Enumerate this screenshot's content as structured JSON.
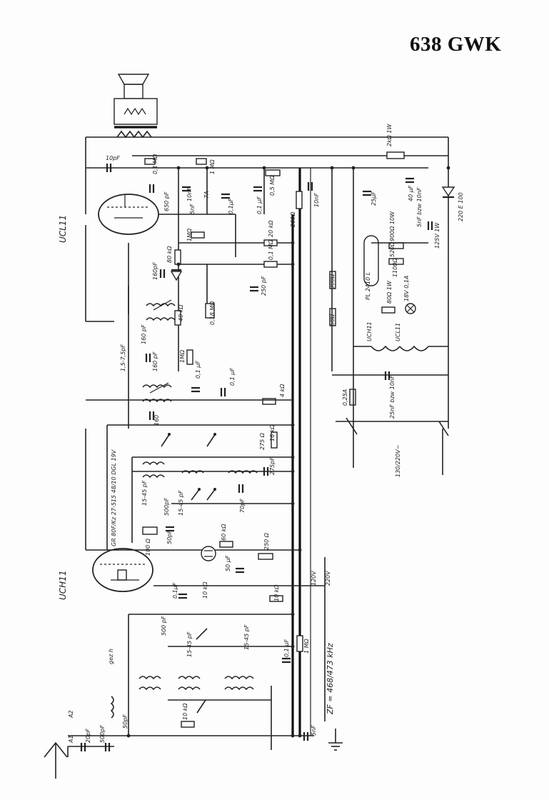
{
  "title": "638 GWK",
  "tubes": [
    {
      "id": "ucl11",
      "label": "UCL11"
    },
    {
      "id": "uch11",
      "label": "UCH11"
    }
  ],
  "labels": {
    "c10pf": "10pF",
    "r01m_top": "0,1 MΩ",
    "r1m_top": "1 MΩ",
    "c10nf": "10nF",
    "c5nf_a": "5nF",
    "c7a": "7A",
    "c01uf_a": "0,1μF",
    "c01uf_b": "0,1 μF",
    "r05m": "0,5 MΩ",
    "c650pf": "650 pF",
    "r2k": "2kΩ 1W",
    "r200": "200Ω",
    "c10nf_b": "10nF",
    "c25uf": "25μF",
    "c40uf": "40 μF",
    "d220e100": "220 E 100",
    "r900": "900Ω 10W",
    "r520": "520Ω",
    "r1100": "1100Ω",
    "c5nf_bzw": "5nF bzw 10nF",
    "r125v": "125V 1W",
    "r1m_mid": "1MΩ",
    "r80k": "80 kΩ",
    "r20k": "20 kΩ",
    "r01m_mid": "0,1 MΩ",
    "c160pf": "160pF",
    "c250pf": "250 pF",
    "r300": "300Ω",
    "pl2410": "PL 2410 L",
    "r80_1w": "80Ω 1W",
    "lamp": "18V 0,1A",
    "r40k": "40 kΩ",
    "r018m": "0,18 MΩ",
    "r50": "50Ω",
    "heater_uch": "UCH11",
    "heater_ucl": "UCL11",
    "c15_75": "1,5-7,5pF",
    "c160_b": "160 pF",
    "r1m_b": "1MΩ",
    "c160_c": "160 pF",
    "c01uf_c": "0,1 μF",
    "c01uf_d": "0,1 μF",
    "r4k": "4 kΩ",
    "f025a": "0,25A",
    "c25nf": "25nF bzw 10nF",
    "mains": "130/220V~",
    "c160_d": "160",
    "r275": "275 Ω",
    "r16k": "16 kΩ",
    "c275pf": "275pF",
    "coil_data": "GR 80F/Kz 27-515 48/10 DGL 19V",
    "c15_45a": "15-45 pF",
    "c500pf_a": "500pF",
    "c15_45b": "15-45 pF",
    "c70pf": "70pF",
    "r100": "100 Ω",
    "c50pf_a": "50pF",
    "r60k": "60 kΩ",
    "r250": "250 Ω",
    "c50uf": "50 μF",
    "c01uf_e": "0,1μF",
    "r10k_a": "10 kΩ",
    "r10k_b": "10 kΩ",
    "v120": "120V",
    "v220": "220V",
    "c500pf_b": "500 pF",
    "c15_45c": "15-45 pF",
    "c15_45d": "15-45 pF",
    "c01uf_f": "0,1 μF",
    "r1m_c": "1 MΩ",
    "gez_h": "gez h",
    "a1": "A1",
    "a2": "A2",
    "c20pf": "20pF",
    "c500pf_c": "500pF",
    "c50pf_b": "50pF",
    "r10k_c": "10 kΩ",
    "c5nf_b": "5nF",
    "zf": "ZF = 468/473 kHz"
  }
}
